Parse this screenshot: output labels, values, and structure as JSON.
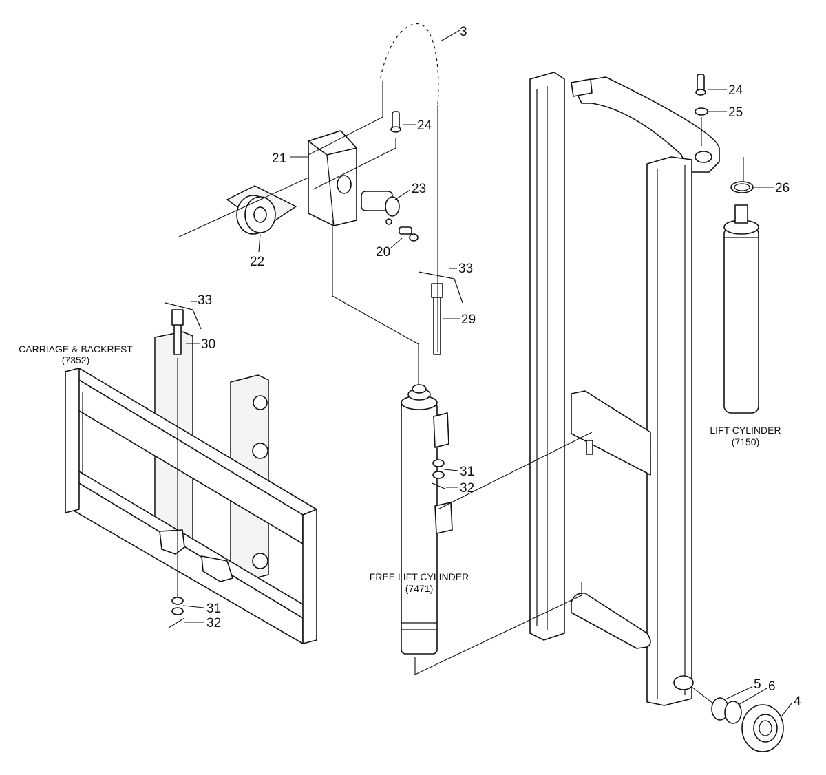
{
  "callouts": {
    "c3": "3",
    "c24a": "24",
    "c24b": "24",
    "c25": "25",
    "c26": "26",
    "c21": "21",
    "c23": "23",
    "c20": "20",
    "c22": "22",
    "c33a": "33",
    "c33b": "33",
    "c29": "29",
    "c30": "30",
    "c31a": "31",
    "c32a": "32",
    "c31b": "31",
    "c32b": "32",
    "c5": "5",
    "c6": "6",
    "c4": "4"
  },
  "assemblies": {
    "carriage_name": "CARRIAGE & BACKREST",
    "carriage_code": "(7352)",
    "lift_name": "LIFT CYLINDER",
    "lift_code": "(7150)",
    "free_lift_name": "FREE LIFT CYLINDER",
    "free_lift_code": "(7471)"
  }
}
